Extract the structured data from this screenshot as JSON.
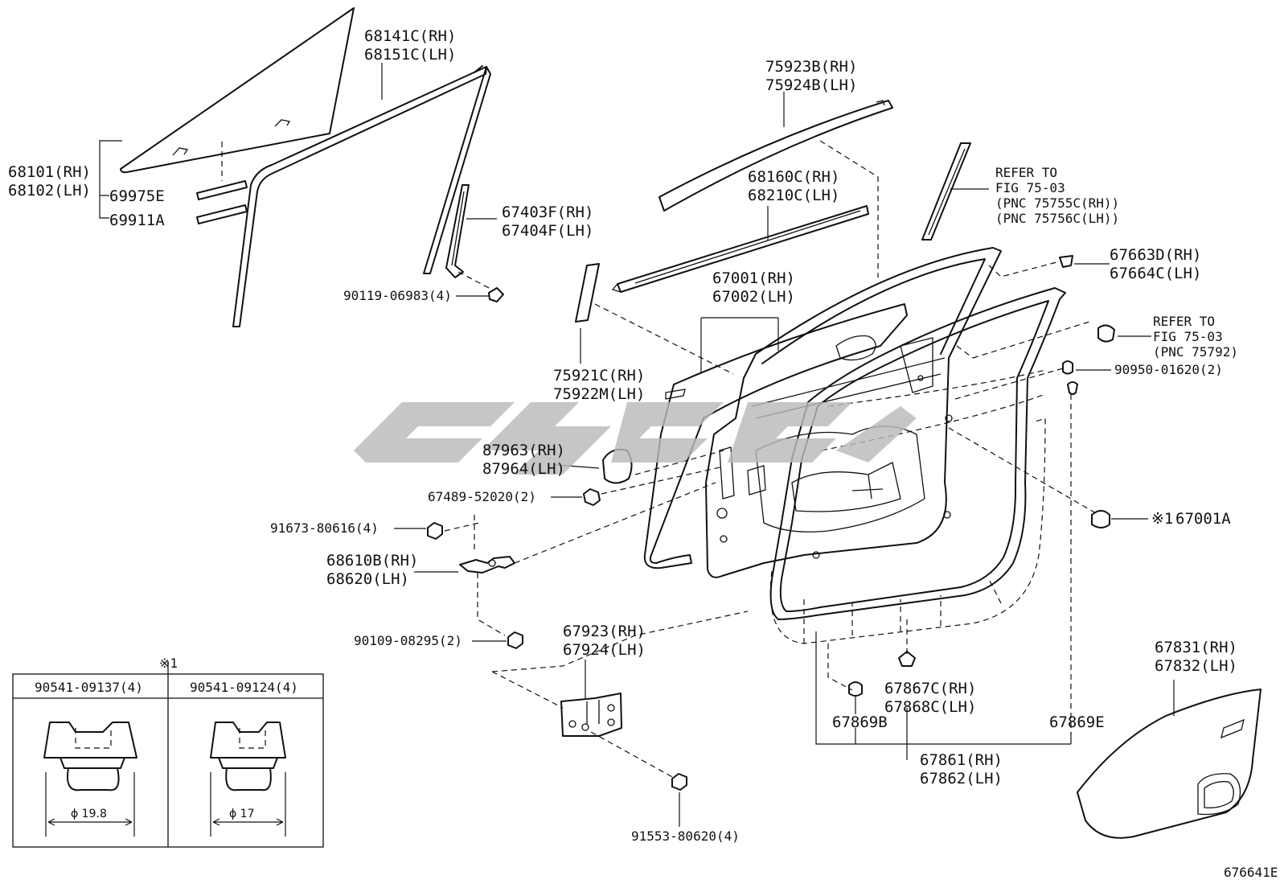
{
  "figure_id": "676641E",
  "parts": {
    "window_glass": [
      "68101(RH)",
      "68102(LH)"
    ],
    "run_channel": [
      "68141C(RH)",
      "68151C(LH)"
    ],
    "glass_channel_e": "69975E",
    "glass_channel_a": "69911A",
    "rear_run_channel": [
      "67403F(RH)",
      "67404F(LH)"
    ],
    "bolt_90119": "90119-06983(4)",
    "upper_moulding": [
      "75923B(RH)",
      "75924B(LH)"
    ],
    "belt_moulding": [
      "68160C(RH)",
      "68210C(LH)"
    ],
    "refer_a": [
      "REFER TO",
      "FIG 75-03",
      "(PNC 75755C(RH))",
      "(PNC 75756C(LH))"
    ],
    "clip_67663": [
      "67663D(RH)",
      "67664C(LH)"
    ],
    "door_panel": [
      "67001(RH)",
      "67002(LH)"
    ],
    "refer_b": [
      "REFER TO",
      "FIG 75-03",
      "(PNC 75792)"
    ],
    "plug_90950": "90950-01620(2)",
    "front_garnish": [
      "75921C(RH)",
      "75922M(LH)"
    ],
    "cover_87963": [
      "87963(RH)",
      "87964(LH)"
    ],
    "plug_67489": "67489-52020(2)",
    "cushion_67001a": "67001A",
    "bolt_91673": "91673-80616(4)",
    "check_assy": [
      "68610B(RH)",
      "68620(LH)"
    ],
    "bolt_90109": "90109-08295(2)",
    "hinge": [
      "67923(RH)",
      "67924(LH)"
    ],
    "bolt_91553": "91553-80620(4)",
    "clip_67867": [
      "67867C(RH)",
      "67868C(LH)"
    ],
    "clip_b": "67869B",
    "clip_e": "67869E",
    "weatherstrip": [
      "67861(RH)",
      "67862(LH)"
    ],
    "service_hole_cover": [
      "67831(RH)",
      "67832(LH)"
    ],
    "note_mark": "※1",
    "inset": {
      "mark": "※1",
      "left_title": "90541-09137(4)",
      "right_title": "90541-09124(4)",
      "left_dim": "ϕ 19.8",
      "right_dim": "ϕ 17"
    }
  }
}
